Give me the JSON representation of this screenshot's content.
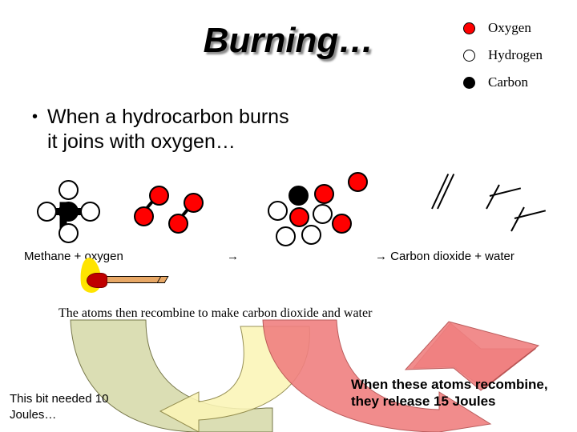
{
  "slide": {
    "title": "Burning…",
    "background_color": "#FFFFFF"
  },
  "legend": {
    "items": [
      {
        "label": "Oxygen",
        "color": "#FF0000",
        "icon": "filled-circle-icon"
      },
      {
        "label": "Hydrogen",
        "color": "#FFFFFF",
        "icon": "open-circle-icon"
      },
      {
        "label": "Carbon",
        "color": "#000000",
        "icon": "filled-circle-icon"
      }
    ]
  },
  "bullet": {
    "marker": "•",
    "text": "When a hydrocarbon burns it joins with oxygen…"
  },
  "equation": {
    "reactants_label": "Methane     +        oxygen",
    "arrow_label": "→",
    "products_label": "→ Carbon dioxide + water"
  },
  "diagram": {
    "methane": {
      "name": "methane-molecule",
      "center_atom": "carbon",
      "outer_atoms": [
        "hydrogen",
        "hydrogen",
        "hydrogen",
        "hydrogen"
      ]
    },
    "oxygen_molecules": [
      {
        "name": "oxygen-molecule-1",
        "atoms": [
          "oxygen",
          "oxygen"
        ]
      },
      {
        "name": "oxygen-molecule-2",
        "atoms": [
          "oxygen",
          "oxygen"
        ]
      }
    ],
    "free_atoms": {
      "name": "recombining-atoms-cluster",
      "carbon_count": 1,
      "oxygen_count": 4,
      "hydrogen_count": 4
    },
    "line_molecules": {
      "carbon_dioxide": "double-line-carbon-dioxide",
      "water_1": "bent-line-water",
      "water_2": "bent-line-water"
    }
  },
  "match": {
    "name": "lit-match",
    "flame_color": "#FFE400",
    "head_color": "#C00000",
    "stick_color": "#E8A866"
  },
  "captions": {
    "recombine_line": "The atoms then recombine to make carbon dioxide and water",
    "energy_in": "This bit needed 10 Joules…",
    "energy_out": "When these atoms recombine, they release 15 Joules"
  },
  "arrows": {
    "energy_in_arrow": {
      "name": "energy-in-curved-arrow",
      "color": "#D8DCAE"
    },
    "energy_mid_arrow": {
      "name": "energy-mid-curved-arrow",
      "color": "#FBF5B7"
    },
    "energy_out_arrow": {
      "name": "energy-release-curved-arrow",
      "color": "#F08080"
    }
  }
}
